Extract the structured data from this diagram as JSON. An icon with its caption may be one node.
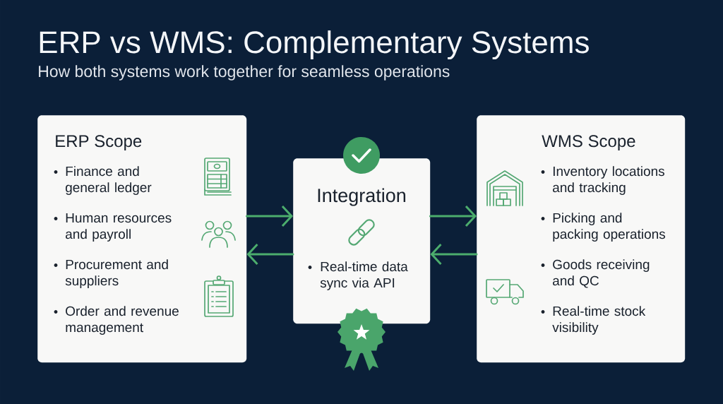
{
  "diagram": {
    "title": "ERP vs WMS: Complementary Systems",
    "nodes": [
      {
        "text": [
          "ERP Scope",
          "Finance and general ledger",
          "Human resources and payroll",
          "Procurement and suppliers",
          "Order and revenue management"
        ]
      },
      {
        "text": [
          "Integration",
          "Real-time data sync via API"
        ]
      },
      {
        "text": [
          "WMS Scope",
          "Inventory locations and tracking",
          "Picking and packing operations",
          "Goods receiving and QC",
          "Real-time stock visibility"
        ]
      }
    ],
    "edges": [
      {
        "from": 0,
        "to": 1,
        "arrow": "to"
      },
      {
        "from": 1,
        "to": 0,
        "arrow": "to"
      },
      {
        "from": 1,
        "to": 2,
        "arrow": "to"
      },
      {
        "from": 2,
        "to": 1,
        "arrow": "to"
      }
    ],
    "labels": [
      "How both systems work together for seamless operations"
    ]
  }
}
